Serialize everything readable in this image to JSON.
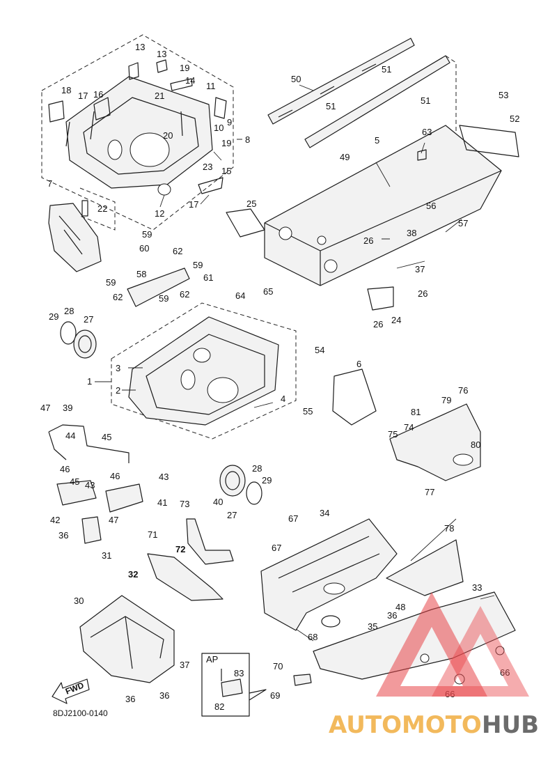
{
  "diagram_code": "8DJ2100-0140",
  "fwd_label": "FWD",
  "ap_label": "AP",
  "watermark": {
    "part_a": "AUTOMOTO",
    "part_b": "HUB",
    "color_a": "#f2b95c",
    "color_b": "#6b6b6b",
    "logo_color": "#e8474b"
  },
  "callouts": {
    "c1": "1",
    "c2": "2",
    "c3": "3",
    "c4": "4",
    "c5": "5",
    "c6": "6",
    "c7": "7",
    "c8": "8",
    "c9": "9",
    "c10": "10",
    "c11": "11",
    "c12": "12",
    "c13a": "13",
    "c13b": "13",
    "c14": "14",
    "c15": "15",
    "c16": "16",
    "c17a": "17",
    "c17b": "17",
    "c18": "18",
    "c19a": "19",
    "c19b": "19",
    "c20": "20",
    "c21": "21",
    "c22": "22",
    "c23": "23",
    "c24": "24",
    "c25": "25",
    "c26a": "26",
    "c26b": "26",
    "c26c": "26",
    "c27a": "27",
    "c27b": "27",
    "c28a": "28",
    "c28b": "28",
    "c29a": "29",
    "c29b": "29",
    "c30": "30",
    "c31": "31",
    "c32": "32",
    "c33": "33",
    "c34": "34",
    "c35": "35",
    "c36a": "36",
    "c36b": "36",
    "c36c": "36",
    "c36d": "36",
    "c37a": "37",
    "c37b": "37",
    "c38": "38",
    "c39": "39",
    "c40": "40",
    "c41": "41",
    "c42": "42",
    "c43a": "43",
    "c43b": "43",
    "c44": "44",
    "c45a": "45",
    "c45b": "45",
    "c46a": "46",
    "c46b": "46",
    "c47a": "47",
    "c47b": "47",
    "c48": "48",
    "c49": "49",
    "c50": "50",
    "c51a": "51",
    "c51b": "51",
    "c51c": "51",
    "c52": "52",
    "c53": "53",
    "c54": "54",
    "c55": "55",
    "c56": "56",
    "c57": "57",
    "c58": "58",
    "c59a": "59",
    "c59b": "59",
    "c59c": "59",
    "c59d": "59",
    "c60": "60",
    "c61": "61",
    "c62a": "62",
    "c62b": "62",
    "c62c": "62",
    "c63": "63",
    "c64": "64",
    "c65": "65",
    "c66a": "66",
    "c66b": "66",
    "c67a": "67",
    "c67b": "67",
    "c68": "68",
    "c69": "69",
    "c70": "70",
    "c71": "71",
    "c72": "72",
    "c73": "73",
    "c74": "74",
    "c75": "75",
    "c76": "76",
    "c77": "77",
    "c78": "78",
    "c79": "79",
    "c80": "80",
    "c81": "81",
    "c82": "82",
    "c83": "83"
  }
}
